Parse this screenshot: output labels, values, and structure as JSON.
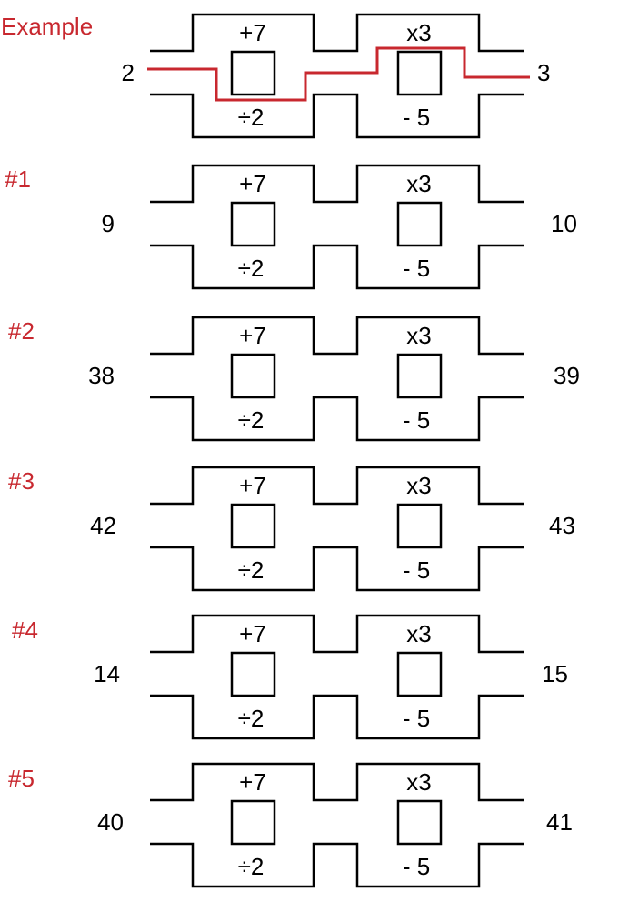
{
  "colors": {
    "label": "#c8282f",
    "path": "#c8282f",
    "ink": "#000000"
  },
  "operations": {
    "left_top": "+7",
    "left_bottom": "÷2",
    "right_top": "x3",
    "right_bottom": "- 5"
  },
  "puzzles": [
    {
      "label": "Example",
      "input": "2",
      "output": "3",
      "solved": true
    },
    {
      "label": "#1",
      "input": "9",
      "output": "10",
      "solved": false
    },
    {
      "label": "#2",
      "input": "38",
      "output": "39",
      "solved": false
    },
    {
      "label": "#3",
      "input": "42",
      "output": "43",
      "solved": false
    },
    {
      "label": "#4",
      "input": "14",
      "output": "15",
      "solved": false
    },
    {
      "label": "#5",
      "input": "40",
      "output": "41",
      "solved": false
    }
  ]
}
